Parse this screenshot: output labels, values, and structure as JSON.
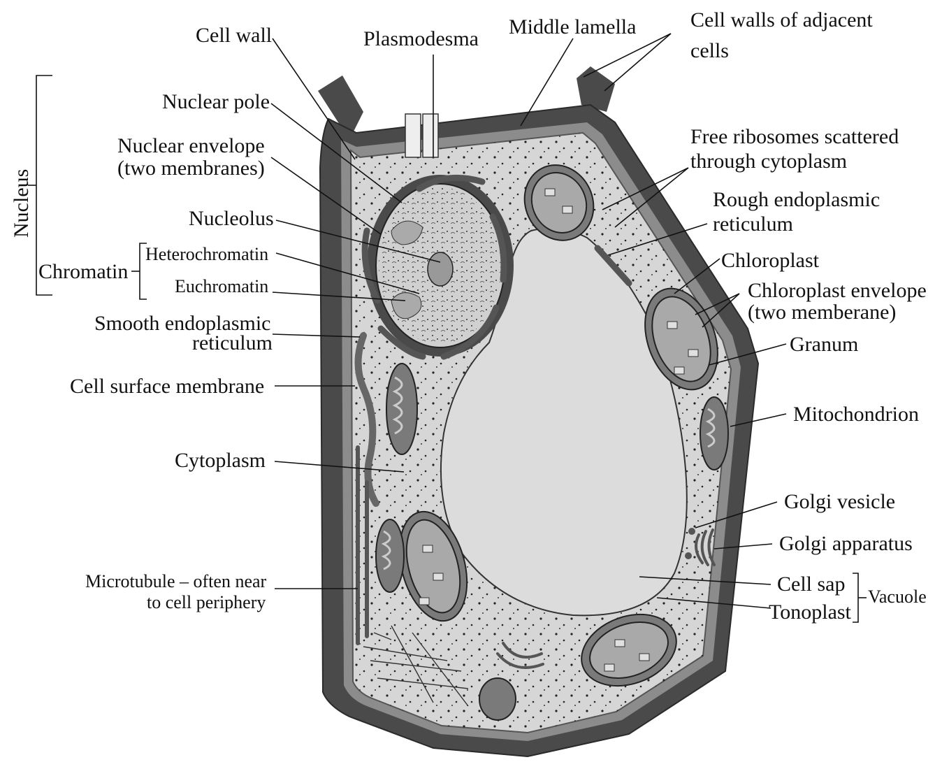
{
  "figure": {
    "labels": {
      "cell_wall": "Cell wall",
      "plasmodesma": "Plasmodesma",
      "middle_lamella": "Middle lamella",
      "adjacent_walls_1": "Cell walls of adjacent",
      "adjacent_walls_2": "cells",
      "nucleus": "Nucleus",
      "nuclear_pole": "Nuclear pole",
      "nuclear_envelope_1": "Nuclear envelope",
      "nuclear_envelope_2": "(two membranes)",
      "nucleolus": "Nucleolus",
      "chromatin": "Chromatin",
      "heterochromatin": "Heterochromatin",
      "euchromatin": "Euchromatin",
      "smooth_er_1": "Smooth endoplasmic",
      "smooth_er_2": "reticulum",
      "cell_surface_membrane": "Cell surface membrane",
      "cytoplasm": "Cytoplasm",
      "microtubule_1": "Microtubule – often near",
      "microtubule_2": "to cell periphery",
      "free_ribosomes_1": "Free ribosomes scattered",
      "free_ribosomes_2": "through cytoplasm",
      "rough_er_1": "Rough endoplasmic",
      "rough_er_2": "reticulum",
      "chloroplast": "Chloroplast",
      "chloroplast_envelope_1": "Chloroplast envelope",
      "chloroplast_envelope_2": "(two memberane)",
      "granum": "Granum",
      "mitochondrion": "Mitochondrion",
      "golgi_vesicle": "Golgi vesicle",
      "golgi_apparatus": "Golgi apparatus",
      "cell_sap": "Cell sap",
      "tonoplast": "Tonoplast",
      "vacuole": "Vacuole"
    },
    "colors": {
      "cell_wall": "#4a4a4a",
      "cytoplasm": "#d6d6d6",
      "vacuole": "#dcdcdc",
      "organelle": "#7a7a7a",
      "organelle_inner": "#a9a9a9",
      "nucleus": "#cfcfcf",
      "line": "#111111"
    }
  }
}
